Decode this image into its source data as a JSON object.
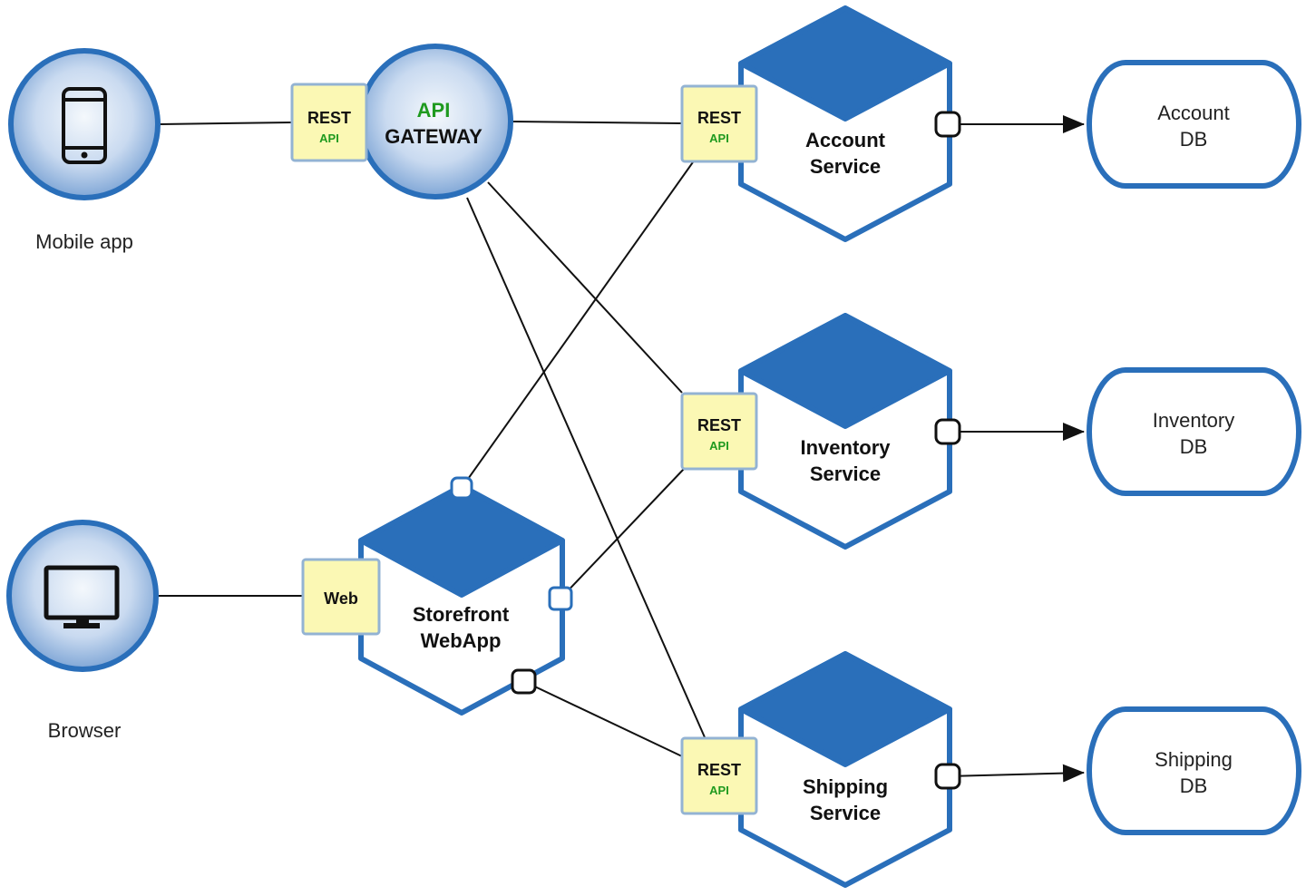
{
  "colors": {
    "service_blue": "#2a6fba",
    "circle_light": "#e6eef8",
    "circle_mid": "#7fa6d6",
    "interface_yellow": "#fbf8b4",
    "interface_border": "#93b3d3",
    "line": "#111111",
    "api_green": "#1f9a1f"
  },
  "clients": {
    "mobile": {
      "label": "Mobile app",
      "icon": "mobile-phone-icon"
    },
    "browser": {
      "label": "Browser",
      "icon": "desktop-monitor-icon"
    }
  },
  "gateway": {
    "line1": "API",
    "line2": "GATEWAY",
    "interface": {
      "top": "REST",
      "bottom": "API"
    }
  },
  "storefront": {
    "line1": "Storefront",
    "line2": "WebApp",
    "interface": {
      "label": "Web"
    }
  },
  "services": {
    "account": {
      "line1": "Account",
      "line2": "Service",
      "interface": {
        "top": "REST",
        "bottom": "API"
      }
    },
    "inventory": {
      "line1": "Inventory",
      "line2": "Service",
      "interface": {
        "top": "REST",
        "bottom": "API"
      }
    },
    "shipping": {
      "line1": "Shipping",
      "line2": "Service",
      "interface": {
        "top": "REST",
        "bottom": "API"
      }
    }
  },
  "databases": {
    "account": {
      "line1": "Account",
      "line2": "DB"
    },
    "inventory": {
      "line1": "Inventory",
      "line2": "DB"
    },
    "shipping": {
      "line1": "Shipping",
      "line2": "DB"
    }
  }
}
